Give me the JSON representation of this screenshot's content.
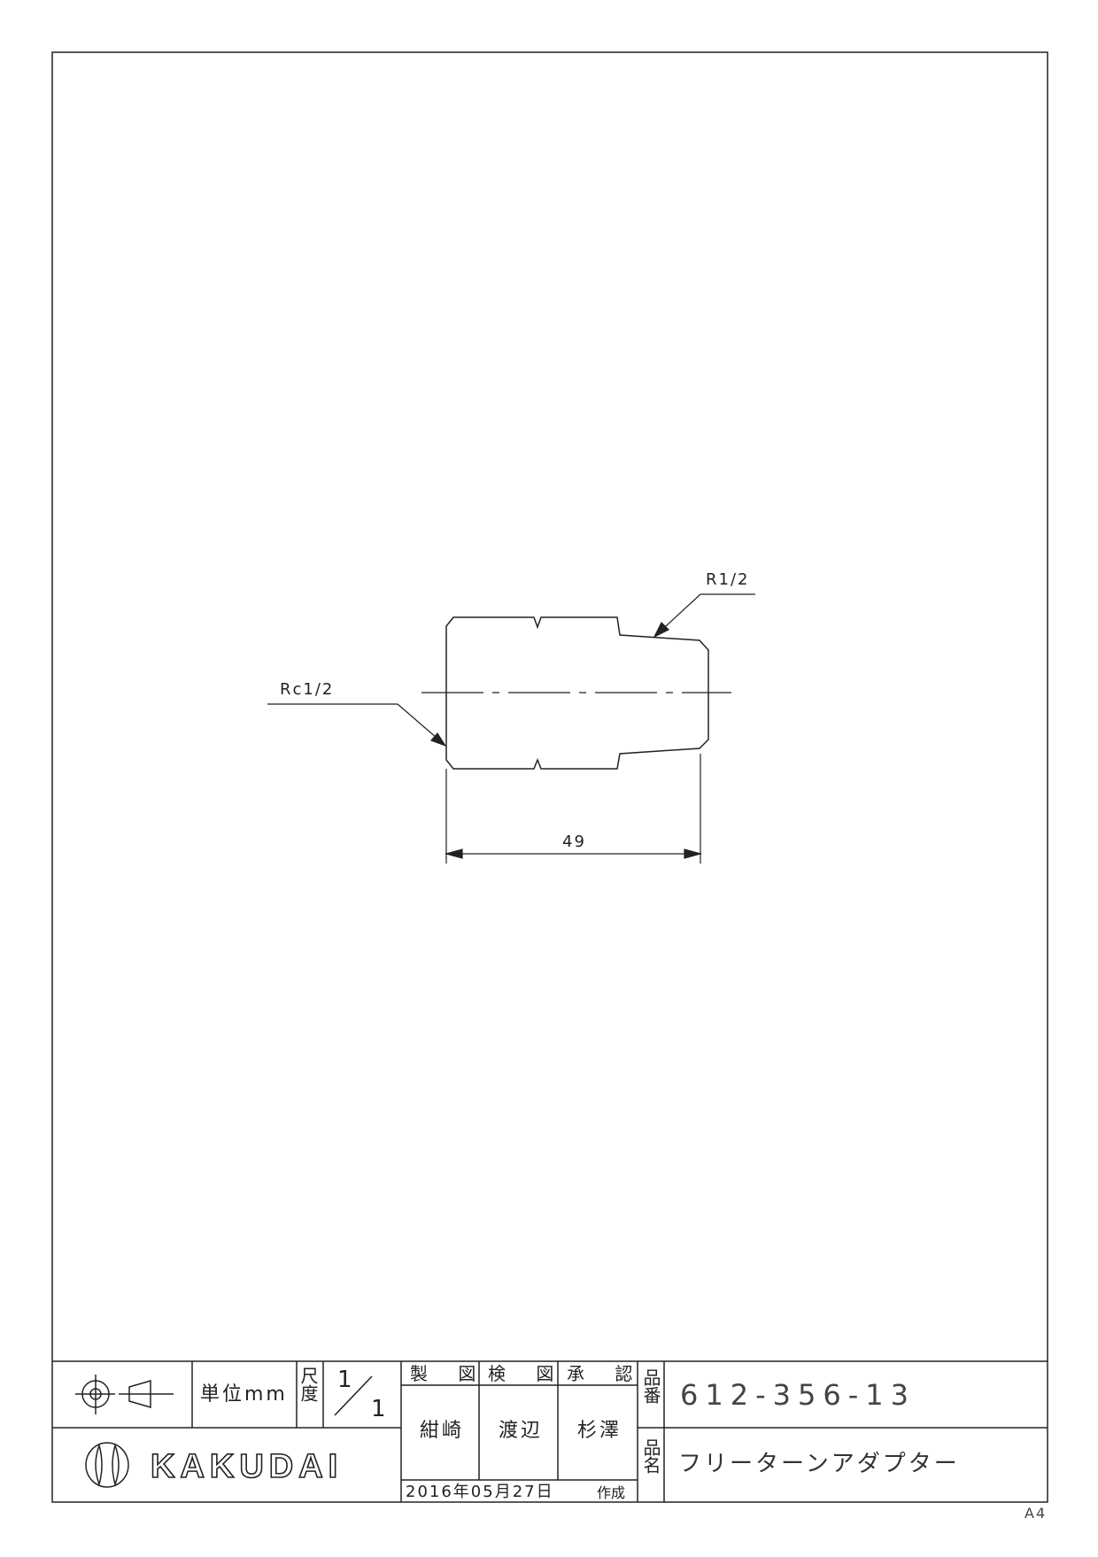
{
  "drawing": {
    "label_left": "Rc1/2",
    "label_right": "R1/2",
    "dimension": "49"
  },
  "title_block": {
    "unit_label": "単位mm",
    "scale_label": "尺度",
    "scale_num": "1",
    "scale_den": "1",
    "headers": [
      "製 図",
      "検 図",
      "承 認"
    ],
    "names": [
      "紺崎",
      "渡辺",
      "杉澤"
    ],
    "date": "2016年05月27日",
    "date_suffix": "作成",
    "part_no_label": "品番",
    "part_no": "612-356-13",
    "part_name_label": "品名",
    "part_name": "フリーターンアダプター",
    "company": "KAKUDAI",
    "paper_size": "A4"
  },
  "icons": [
    "third-angle-projection-icon",
    "kakudai-logo-icon"
  ]
}
